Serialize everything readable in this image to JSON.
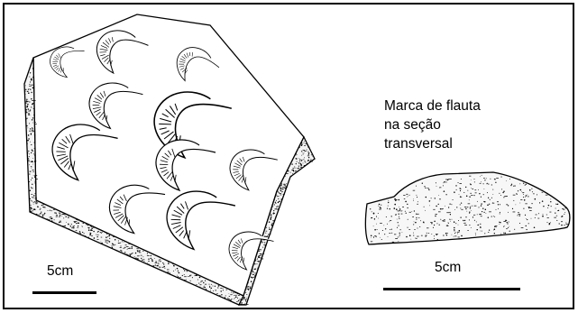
{
  "figure": {
    "caption_lines": [
      "Marca de flauta",
      "na seção",
      "transversal"
    ],
    "scale_left": "5cm",
    "scale_right": "5cm",
    "colors": {
      "ink": "#000000",
      "paper": "#ffffff"
    }
  }
}
